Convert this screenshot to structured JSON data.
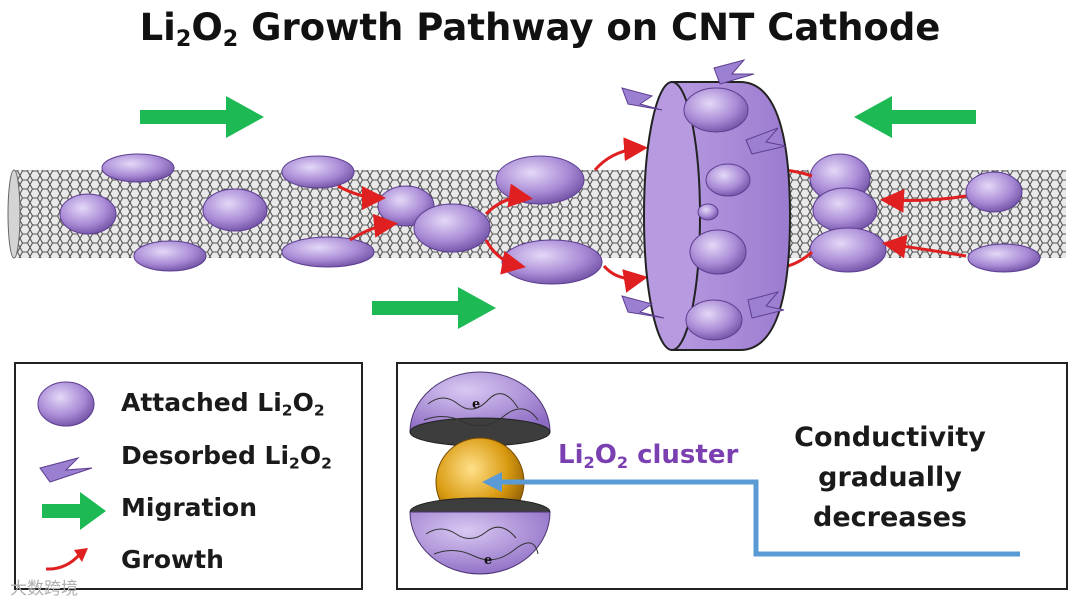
{
  "title": {
    "prefix": "Li",
    "sub1": "2",
    "mid": "O",
    "sub2": "2",
    "suffix": " Growth Pathway on CNT Cathode"
  },
  "legend": {
    "attached": {
      "text": "Attached Li",
      "s1": "2",
      "o": "O",
      "s2": "2"
    },
    "desorbed": {
      "text": "Desorbed Li",
      "s1": "2",
      "o": "O",
      "s2": "2"
    },
    "migration": "Migration",
    "growth": "Growth"
  },
  "cluster": {
    "label": {
      "text": "Li",
      "s1": "2",
      "o": "O",
      "s2": "2",
      "rest": " cluster"
    },
    "conductivity_line1": "Conductivity",
    "conductivity_line2": "gradually",
    "conductivity_line3": "decreases",
    "electron_label": "e",
    "electron_label_2": "e"
  },
  "watermark": "大数跨境",
  "colors": {
    "purple": "#a98bd6",
    "purple_dark": "#6e4fa3",
    "green": "#1db954",
    "red": "#e02020",
    "blue": "#5b9bd5",
    "gold": "#d99a10"
  }
}
